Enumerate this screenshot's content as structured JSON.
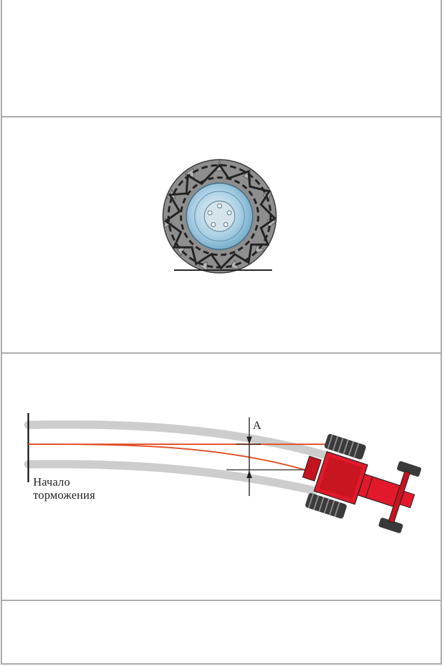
{
  "figure_tire_chains": {
    "colors": {
      "tire": "#8a8a8a",
      "rim": "#a9cfe3",
      "hub": "#c9dde8",
      "chain": "#2b2b2b"
    }
  },
  "figure_braking": {
    "dimension_label": "A",
    "start_label_line1": "Начало",
    "start_label_line2": "торможения",
    "colors": {
      "track": "#cdcdcd",
      "path": "#e2522b",
      "tractor": "#e1192a"
    }
  }
}
